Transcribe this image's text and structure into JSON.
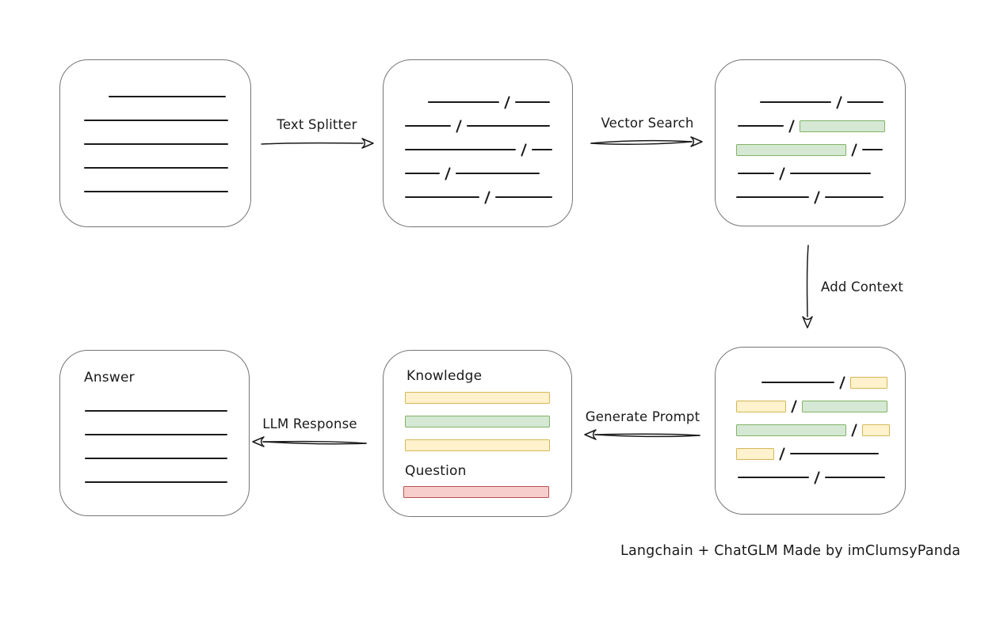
{
  "colors": {
    "green_fill": "#d5e8d4",
    "green_border": "#82b366",
    "yellow_fill": "#fff2cc",
    "yellow_border": "#d6b656",
    "red_fill": "#f8cecc",
    "red_border": "#b85450"
  },
  "caption": "Langchain + ChatGLM Made by imClumsyPanda",
  "arrows": {
    "text_splitter": {
      "label": "Text Splitter",
      "direction": "right"
    },
    "vector_search": {
      "label": "Vector Search",
      "direction": "right"
    },
    "add_context": {
      "label": "Add Context",
      "direction": "down"
    },
    "generate_prompt": {
      "label": "Generate Prompt",
      "direction": "left"
    },
    "llm_response": {
      "label": "LLM Response",
      "direction": "left"
    }
  },
  "boxes": {
    "document": {
      "rows": [
        {
          "indent": 61,
          "segs": [
            {
              "t": "line",
              "w": 148
            }
          ]
        },
        {
          "indent": 30,
          "segs": [
            {
              "t": "line",
              "w": 182
            }
          ]
        },
        {
          "indent": 30,
          "segs": [
            {
              "t": "line",
              "w": 182
            }
          ]
        },
        {
          "indent": 30,
          "segs": [
            {
              "t": "line",
              "w": 182
            }
          ]
        },
        {
          "indent": 30,
          "segs": [
            {
              "t": "line",
              "w": 182
            }
          ]
        }
      ]
    },
    "chunks": {
      "rows": [
        {
          "indent": 56,
          "segs": [
            {
              "t": "line",
              "w": 90
            },
            {
              "t": "slash"
            },
            {
              "t": "line",
              "w": 44
            }
          ]
        },
        {
          "indent": 27,
          "segs": [
            {
              "t": "line",
              "w": 58
            },
            {
              "t": "slash"
            },
            {
              "t": "line",
              "w": 105
            }
          ]
        },
        {
          "indent": 27,
          "segs": [
            {
              "t": "line",
              "w": 140
            },
            {
              "t": "slash"
            },
            {
              "t": "line",
              "w": 26
            }
          ]
        },
        {
          "indent": 27,
          "segs": [
            {
              "t": "line",
              "w": 44
            },
            {
              "t": "slash"
            },
            {
              "t": "line",
              "w": 106
            }
          ]
        },
        {
          "indent": 27,
          "segs": [
            {
              "t": "line",
              "w": 94
            },
            {
              "t": "slash"
            },
            {
              "t": "line",
              "w": 72
            }
          ]
        }
      ]
    },
    "vector": {
      "rows": [
        {
          "indent": 56,
          "segs": [
            {
              "t": "line",
              "w": 90
            },
            {
              "t": "slash"
            },
            {
              "t": "line",
              "w": 46
            }
          ]
        },
        {
          "indent": 28,
          "segs": [
            {
              "t": "line",
              "w": 58
            },
            {
              "t": "slash"
            },
            {
              "t": "rect",
              "c": "green",
              "w": 108
            }
          ]
        },
        {
          "indent": 26,
          "segs": [
            {
              "t": "rect",
              "c": "green",
              "w": 139
            },
            {
              "t": "slash"
            },
            {
              "t": "line",
              "w": 26
            }
          ]
        },
        {
          "indent": 28,
          "segs": [
            {
              "t": "line",
              "w": 46
            },
            {
              "t": "slash"
            },
            {
              "t": "line",
              "w": 102
            }
          ]
        },
        {
          "indent": 26,
          "segs": [
            {
              "t": "line",
              "w": 92
            },
            {
              "t": "slash"
            },
            {
              "t": "line",
              "w": 74
            }
          ]
        }
      ]
    },
    "context": {
      "rows": [
        {
          "indent": 58,
          "segs": [
            {
              "t": "line",
              "w": 92
            },
            {
              "t": "slash"
            },
            {
              "t": "rect",
              "c": "yellow",
              "w": 47
            }
          ]
        },
        {
          "indent": 26,
          "segs": [
            {
              "t": "rect",
              "c": "yellow",
              "w": 63
            },
            {
              "t": "slash"
            },
            {
              "t": "rect",
              "c": "green",
              "w": 108
            }
          ]
        },
        {
          "indent": 26,
          "segs": [
            {
              "t": "rect",
              "c": "green",
              "w": 139
            },
            {
              "t": "slash"
            },
            {
              "t": "rect",
              "c": "yellow",
              "w": 35
            }
          ]
        },
        {
          "indent": 26,
          "segs": [
            {
              "t": "rect",
              "c": "yellow",
              "w": 48
            },
            {
              "t": "slash"
            },
            {
              "t": "line",
              "w": 112
            }
          ]
        },
        {
          "indent": 28,
          "segs": [
            {
              "t": "line",
              "w": 90
            },
            {
              "t": "slash"
            },
            {
              "t": "line",
              "w": 76
            }
          ]
        }
      ]
    },
    "prompt": {
      "knowledge_label": "Knowledge",
      "question_label": "Question",
      "knowledge_bars": [
        "yellow",
        "green",
        "yellow"
      ],
      "question_bars": [
        "red"
      ]
    },
    "answer": {
      "label": "Answer",
      "rows": [
        {
          "indent": 31,
          "segs": [
            {
              "t": "line",
              "w": 180
            }
          ]
        },
        {
          "indent": 31,
          "segs": [
            {
              "t": "line",
              "w": 180
            }
          ]
        },
        {
          "indent": 31,
          "segs": [
            {
              "t": "line",
              "w": 180
            }
          ]
        },
        {
          "indent": 31,
          "segs": [
            {
              "t": "line",
              "w": 180
            }
          ]
        }
      ]
    }
  }
}
